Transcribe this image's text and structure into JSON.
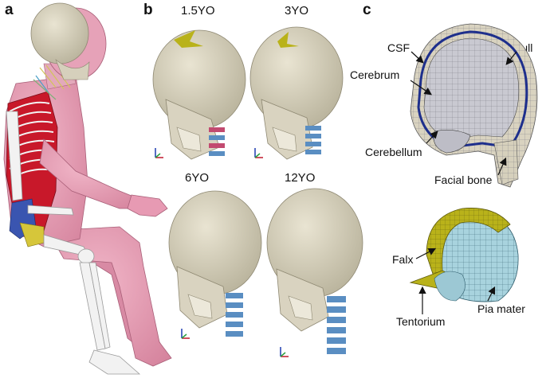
{
  "panels": {
    "a": {
      "letter": "a"
    },
    "b": {
      "letter": "b",
      "ages": [
        "1.5YO",
        "3YO",
        "6YO",
        "12YO"
      ]
    },
    "c": {
      "letter": "c",
      "labels": {
        "csf": "CSF",
        "skull": "Skull",
        "cerebrum": "Cerebrum",
        "cerebellum": "Cerebellum",
        "facial_bone": "Facial bone",
        "falx": "Falx",
        "pia_mater": "Pia mater",
        "tentorium": "Tentorium"
      }
    }
  },
  "colors": {
    "skin": "#e79ab3",
    "torso_red": "#c8182a",
    "skull": "#d8d2bd",
    "bone_white": "#f0f0f0",
    "spine_blue": "#5a8ec2",
    "falx_yellow": "#b9b21a",
    "pia_blue": "#a8d3de",
    "csf_navy": "#1e2f8c"
  }
}
